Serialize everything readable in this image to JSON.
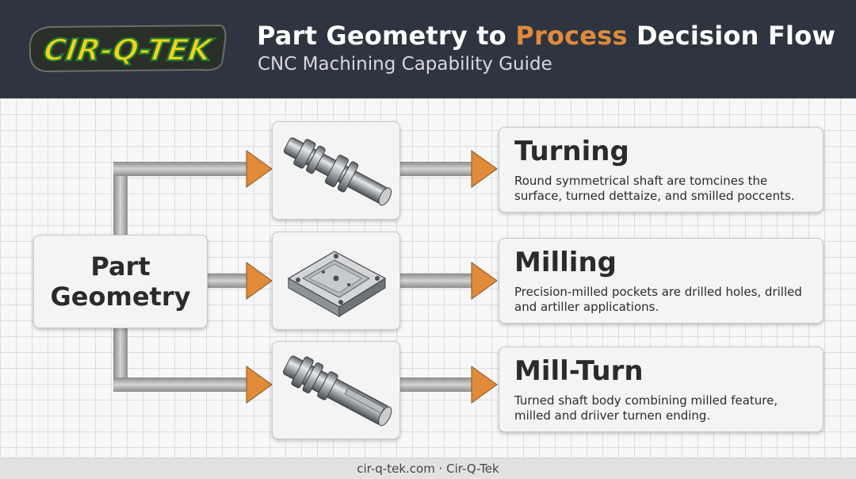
{
  "header": {
    "logo_text": "CIR-Q-TEK",
    "title_part1": "Part Geometry to ",
    "title_accent": "Process",
    "title_part2": " Decision Flow",
    "subtitle": "CNC Machining Capability Guide"
  },
  "source": {
    "line1": "Part",
    "line2": "Geometry"
  },
  "processes": [
    {
      "title": "Turning",
      "description": "Round symmetrical shaft are tomcines the surface, turned dettaize, and smilled poccents.",
      "icon": "turned-shaft-icon"
    },
    {
      "title": "Milling",
      "description": "Precision-milled pockets are drilled holes, drilled and artiller applications.",
      "icon": "milled-plate-icon"
    },
    {
      "title": "Mill-Turn",
      "description": "Turned shaft body combining milled feature, milled and driiver turnen ending.",
      "icon": "mill-turn-shaft-icon"
    }
  ],
  "footer": {
    "text": "cir-q-tek.com · Cir-Q-Tek"
  },
  "colors": {
    "header_bg": "#2e3540",
    "accent": "#e08a3a",
    "arrow_head": "#e08a3a",
    "connector": "#a9a9a9",
    "logo_fill": "#f2d21a",
    "logo_outline": "#1f7a2e"
  }
}
